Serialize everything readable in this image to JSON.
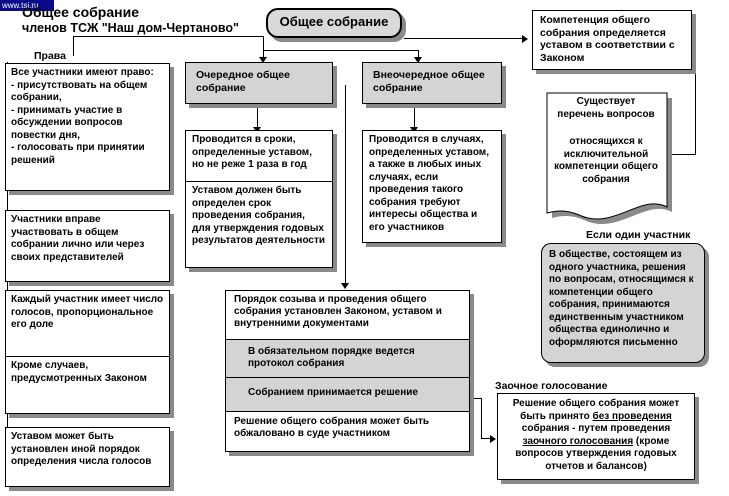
{
  "watermark": "www.tsj.ru",
  "title": {
    "line1": "Общее собрание",
    "line2": "членов ТСЖ \"Наш дом-Чертаново\""
  },
  "center_node": "Общее собрание",
  "competence": "Компетенция общего собрания определяется уставом в соответствии с Законом",
  "rights_label": "Права",
  "left_boxes": {
    "all_participants": "Все участники  имеют право:\n- присутствовать на общем собрании,\n- принимать участие в обсуждении вопросов повестки дня,\n- голосовать при принятии решений",
    "in_person": "Участники вправе участвовать в общем собрании лично или через своих представителей",
    "votes": "Каждый участник имеет число голосов, пропорциональное его доле",
    "except": "Кроме случаев, предусмотренных Законом",
    "charter_order": "Уставом может быть установлен иной порядок определения числа голосов"
  },
  "regular": {
    "title": "Очередное общее собрание",
    "when": "Проводится в сроки, определенные уставом, но не реже 1 раза в год",
    "charter": "Уставом должен быть определен срок проведения собрания, для утверждения годовых результатов деятельности"
  },
  "extraordinary": {
    "title": "Внеочередное общее собрание",
    "when": "Проводится в случаях, определенных уставом, а также в любых иных случаях, если проведения такого собрания требуют интересы общества и его участников"
  },
  "list_doc": {
    "line1": "Существует перечень вопросов",
    "line2": "относящихся к исключительной компетенции общего собрания"
  },
  "single_label": "Если один участник",
  "single_text": "В обществе, состоящем из одного участника, решения по вопросам, относящимся к компетенции общего собрания, принимаются единственным участником общества единолично и оформляются письменно",
  "procedure": {
    "header": "Порядок созыва и проведения общего собрания  установлен Законом, уставом и внутренними документами",
    "protocol": "В обязательном порядке ведется протокол собрания",
    "decision": "Собранием принимается решение",
    "appeal": "Решение общего собрания может быть обжаловано в суде участником"
  },
  "absentee_label": "Заочное голосование",
  "absentee": {
    "part1": "Решение общего собрания может быть принято ",
    "part2": "без проведения",
    "part3": " собрания - путем проведения ",
    "part4": "заочного голосования",
    "part5": " (кроме вопросов утверждения годовых отчетов и балансов)"
  }
}
